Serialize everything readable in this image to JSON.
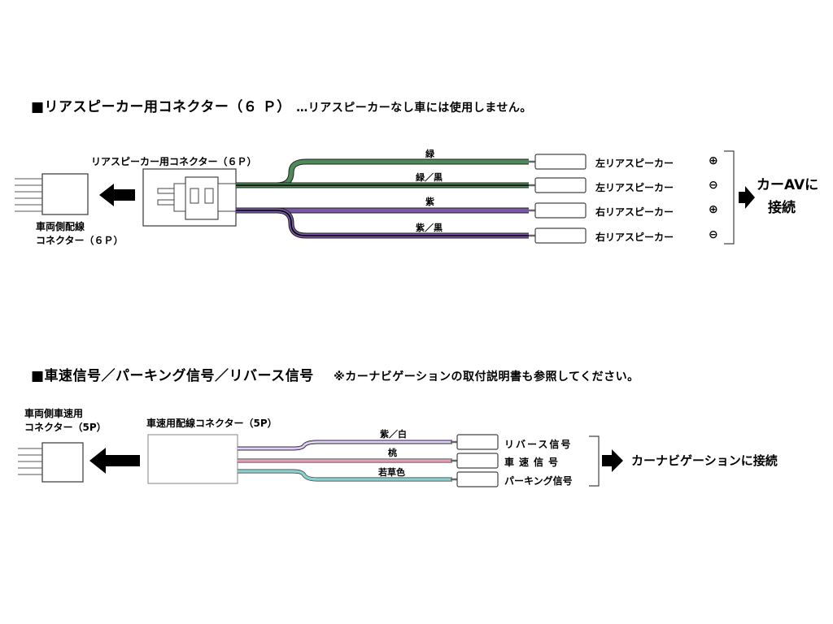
{
  "section1": {
    "heading": "■リアスピーカー用コネクター（６ Ｐ）",
    "heading_note": "…リアスピーカーなし車には使用しません。",
    "connector_label": "リアスピーカー用コネクター（６Ｐ）",
    "vehicle_connector_label_1": "車両側配線",
    "vehicle_connector_label_2": "コネクター（６Ｐ）",
    "wires": [
      {
        "color_label": "緑",
        "speaker": "左リアスピーカー",
        "polarity": "⊕",
        "color": "#4f8a5a",
        "stripe": ""
      },
      {
        "color_label": "緑／黒",
        "speaker": "左リアスピーカー",
        "polarity": "⊖",
        "color": "#4f8a5a",
        "stripe": "#000000"
      },
      {
        "color_label": "紫",
        "speaker": "右リアスピーカー",
        "polarity": "⊕",
        "color": "#7b57a8",
        "stripe": ""
      },
      {
        "color_label": "紫／黒",
        "speaker": "右リアスピーカー",
        "polarity": "⊖",
        "color": "#7b57a8",
        "stripe": "#000000"
      }
    ],
    "destination_line1": "カーAVに",
    "destination_line2": "接続"
  },
  "section2": {
    "heading": "■車速信号／パーキング信号／リバース信号",
    "heading_note": "※カーナビゲーションの取付説明書も参照してください。",
    "connector_label": "車速用配線コネクター（5P）",
    "vehicle_connector_label_1": "車両側車速用",
    "vehicle_connector_label_2": "コネクター（5P）",
    "wires": [
      {
        "color_label": "紫／白",
        "signal": "リバース信号",
        "color": "#a58ac9",
        "stripe": "#ffffff"
      },
      {
        "color_label": "桃",
        "signal": "車速信号",
        "color": "#e6a0b6",
        "stripe": ""
      },
      {
        "color_label": "若草色",
        "signal": "パーキング信号",
        "color": "#8ccfcf",
        "stripe": ""
      }
    ],
    "destination": "カーナビゲーションに接続"
  }
}
